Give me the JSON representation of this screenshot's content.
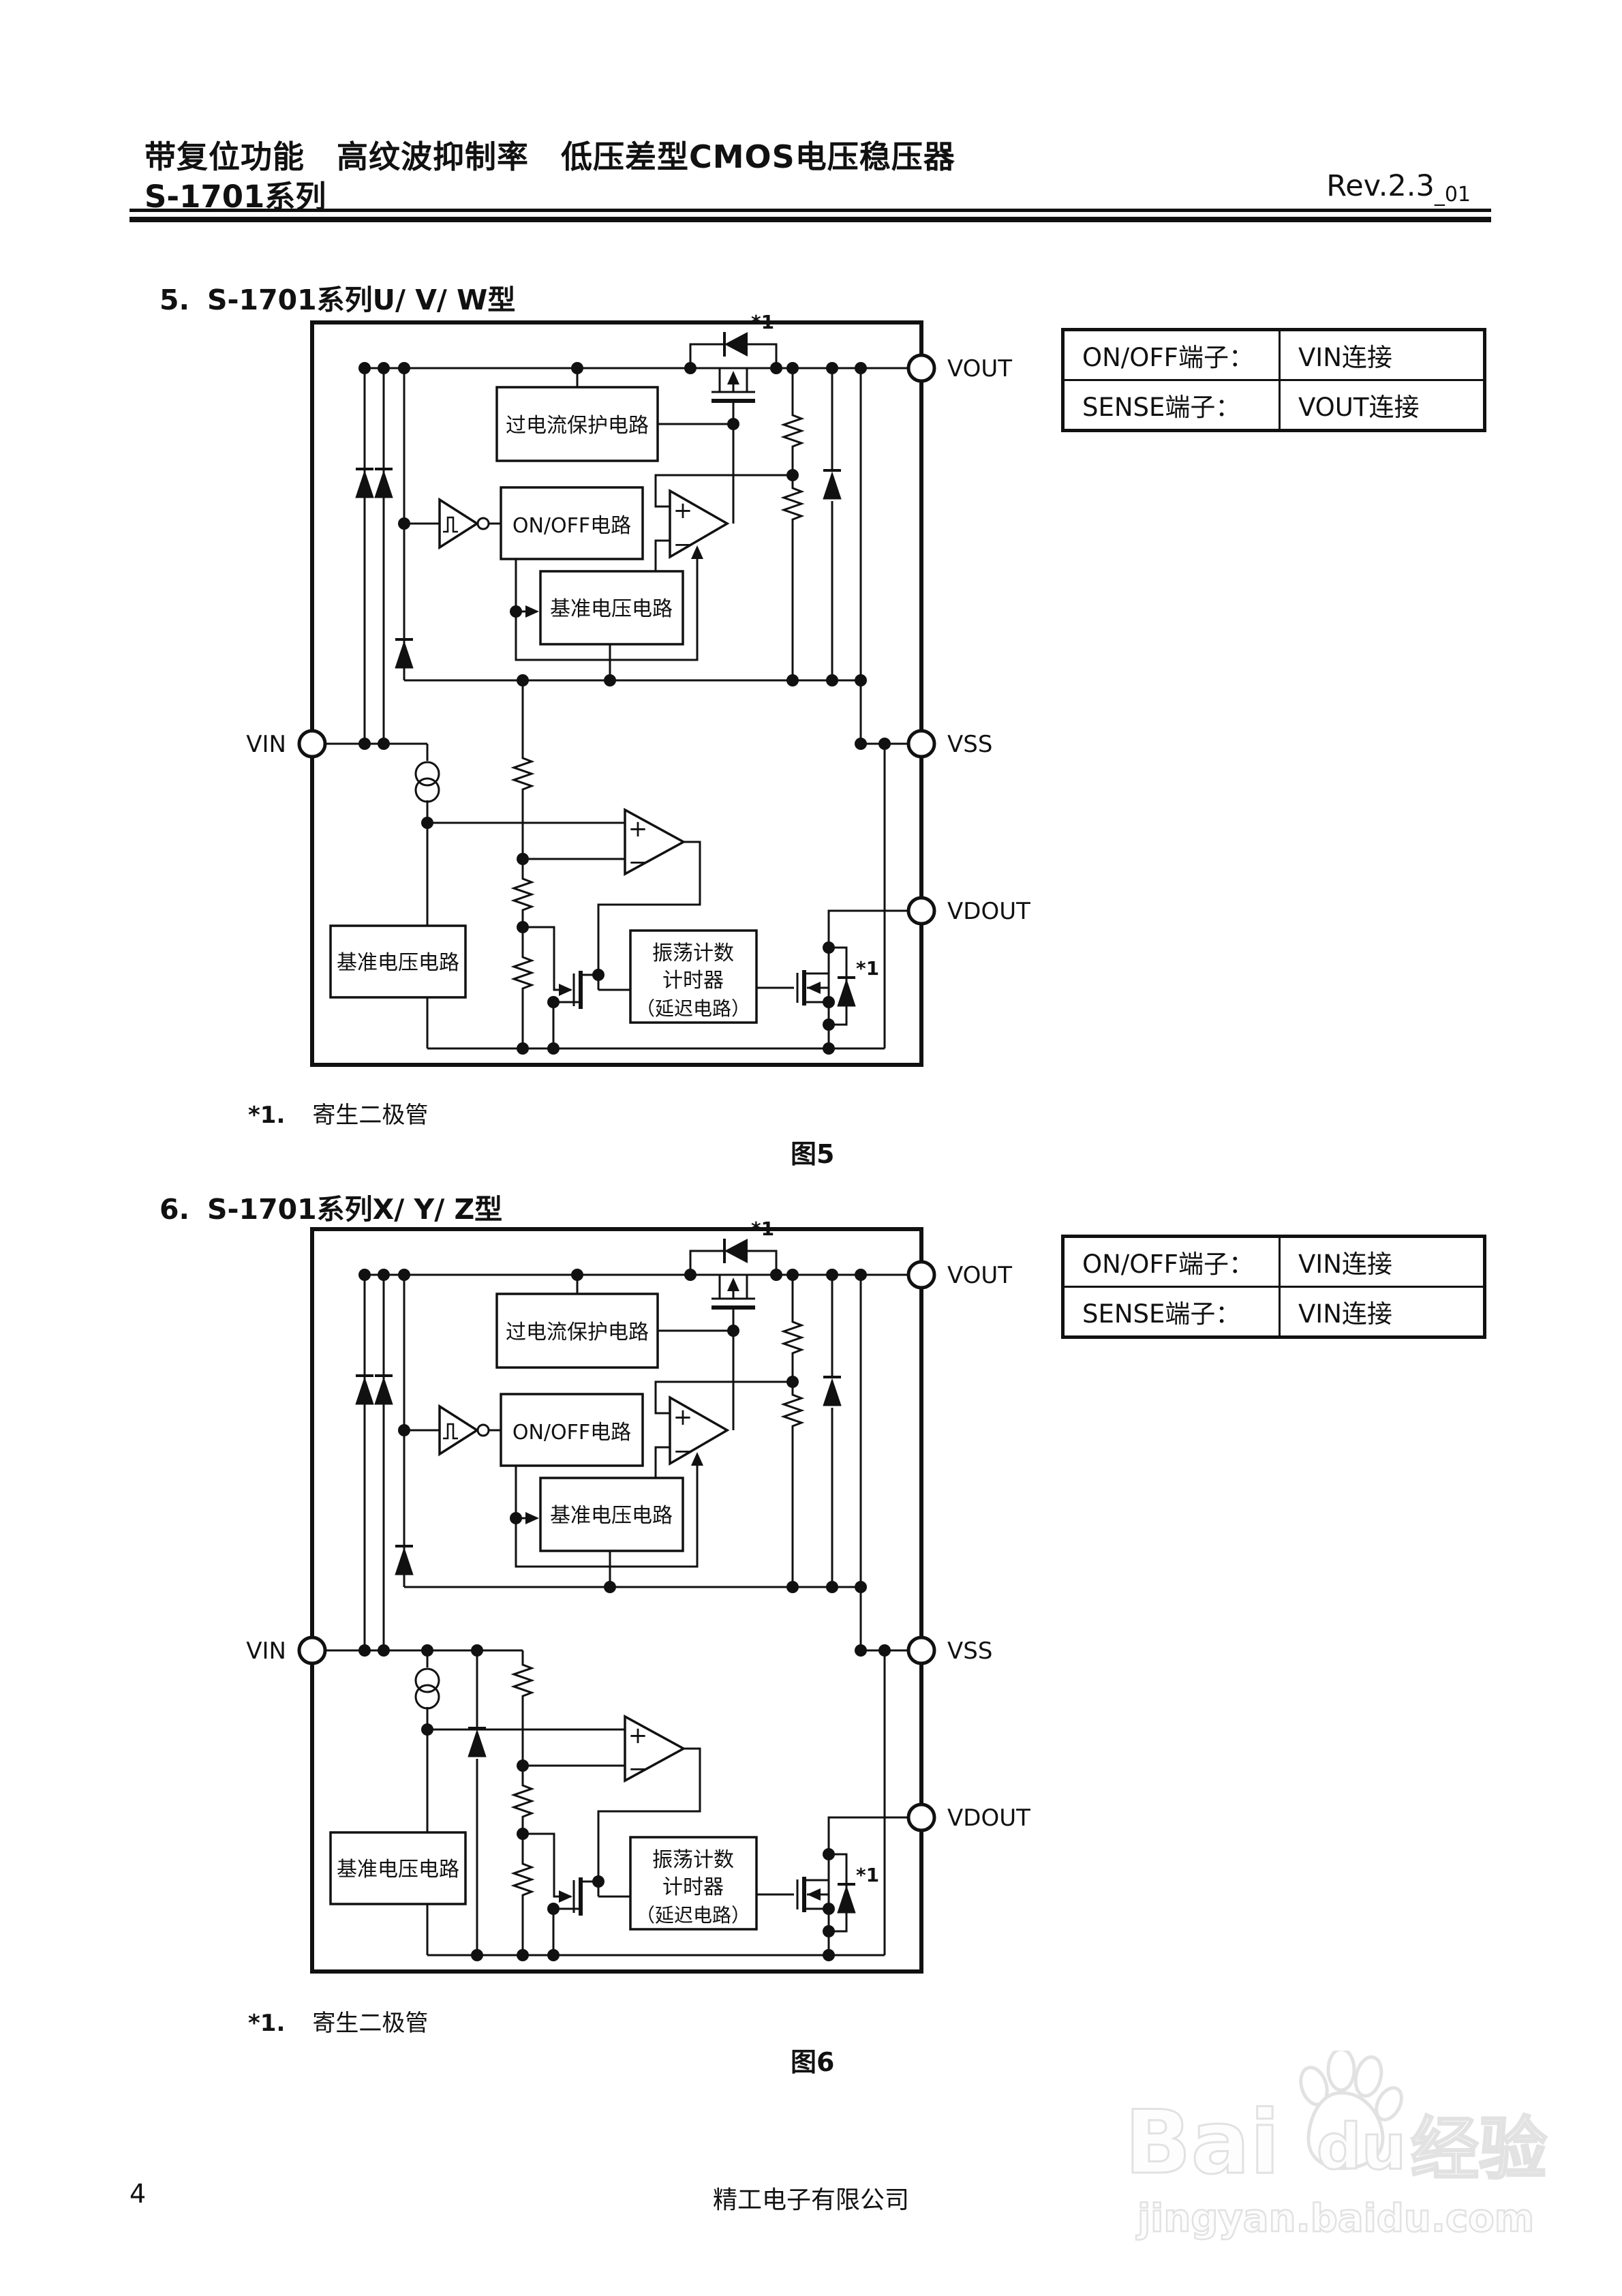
{
  "header": {
    "title": "带复位功能　高纹波抑制率　低压差型CMOS电压稳压器",
    "series": "S-1701系列",
    "rev": "Rev.2.3",
    "rev_sub": "_01"
  },
  "sections": [
    {
      "number": "5.",
      "title": "S-1701系列U/ V/ W型",
      "table": {
        "rows": [
          {
            "label": "ON/OFF端子：",
            "value": "VIN连接"
          },
          {
            "label": "SENSE端子：",
            "value": "VOUT连接"
          }
        ]
      },
      "note_num": "*1.",
      "note_text": "寄生二极管",
      "caption": "图5"
    },
    {
      "number": "6.",
      "title": "S-1701系列X/ Y/ Z型",
      "table": {
        "rows": [
          {
            "label": "ON/OFF端子：",
            "value": "VIN连接"
          },
          {
            "label": "SENSE端子：",
            "value": "VIN连接"
          }
        ]
      },
      "note_num": "*1.",
      "note_text": "寄生二极管",
      "caption": "图6"
    }
  ],
  "diagram": {
    "labels": {
      "overcurrent": "过电流保护电路",
      "onoff": "ON/OFF电路",
      "reference": "基准电压电路",
      "osc1": "振荡计数",
      "osc2": "计时器",
      "osc3": "（延迟电路）",
      "star": "*1",
      "plus": "+",
      "minus": "−",
      "vin": "VIN",
      "vout": "VOUT",
      "vss": "VSS",
      "vdout": "VDOUT"
    }
  },
  "footer": {
    "page": "4",
    "company": "精工电子有限公司"
  },
  "watermark": {
    "bai": "Bai",
    "du": "du",
    "suffix": "经验",
    "url": "jingyan.baidu.com"
  }
}
